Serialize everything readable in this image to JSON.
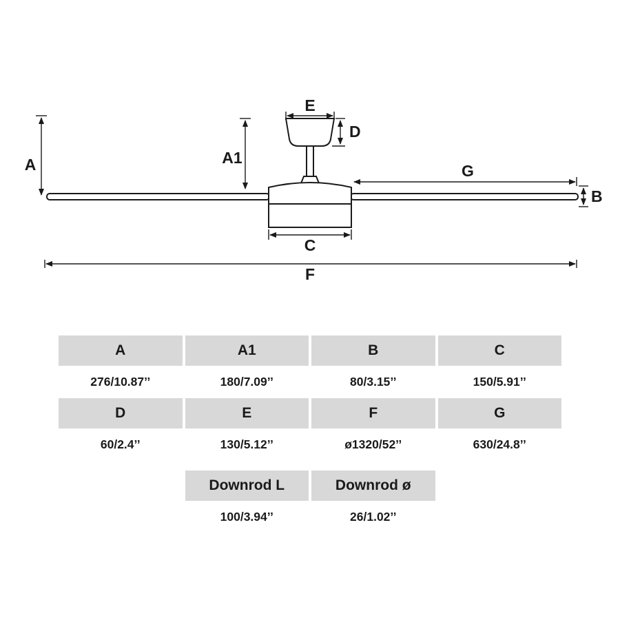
{
  "diagram": {
    "labels": {
      "a": "A",
      "a1": "A1",
      "b": "B",
      "c": "C",
      "d": "D",
      "e": "E",
      "f": "F",
      "g": "G"
    }
  },
  "table": {
    "row1": {
      "h1": "A",
      "h2": "A1",
      "h3": "B",
      "h4": "C",
      "v1": "276/10.87’’",
      "v2": "180/7.09’’",
      "v3": "80/3.15’’",
      "v4": "150/5.91’’"
    },
    "row2": {
      "h1": "D",
      "h2": "E",
      "h3": "F",
      "h4": "G",
      "v1": "60/2.4’’",
      "v2": "130/5.12’’",
      "v3": "ø1320/52’’",
      "v4": "630/24.8’’"
    },
    "row3": {
      "h2": "Downrod L",
      "h3": "Downrod ø",
      "v2": "100/3.94’’",
      "v3": "26/1.02’’"
    }
  }
}
